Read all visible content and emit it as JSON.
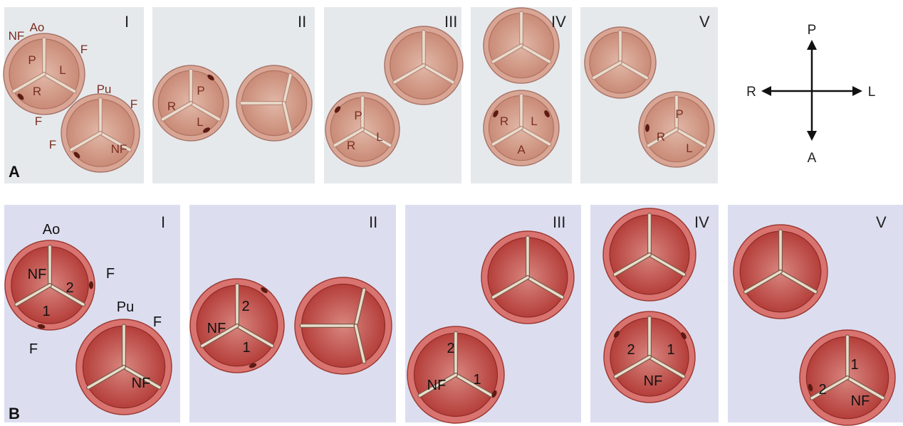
{
  "colors": {
    "panel_a_bg": "#e6e9ec",
    "panel_b_bg": "#dcdef0",
    "valve_a_ring": "#d9a594",
    "valve_a_ring_stroke": "#a8766a",
    "valve_a_leaflet": "#c98873",
    "valve_a_leaflet_light": "#ddb0a0",
    "valve_b_ring": "#d9736f",
    "valve_b_ring_stroke": "#9e3b34",
    "valve_b_leaflet": "#b53a35",
    "valve_b_leaflet_light": "#d98a85",
    "commissure": "#e9dccb",
    "coronary": "#5b1a12",
    "label_a": "#7a2e22",
    "label_b": "#111111"
  },
  "rows": {
    "A": {
      "letter": "A",
      "panels": [
        {
          "numeral": "I",
          "texts": [
            "Ao",
            "Pu",
            "NF",
            "F",
            "F",
            "F",
            "F"
          ],
          "valves": [
            {
              "labels": [
                "P",
                "L",
                "R"
              ]
            },
            {
              "labels": [
                "NF"
              ]
            }
          ]
        },
        {
          "numeral": "II",
          "valves": [
            {
              "labels": [
                "P",
                "R",
                "L"
              ]
            },
            {
              "labels": []
            }
          ]
        },
        {
          "numeral": "III",
          "valves": [
            {
              "labels": []
            },
            {
              "labels": [
                "P",
                "R",
                "L"
              ]
            }
          ]
        },
        {
          "numeral": "IV",
          "valves": [
            {
              "labels": []
            },
            {
              "labels": [
                "R",
                "L",
                "A"
              ]
            }
          ]
        },
        {
          "numeral": "V",
          "valves": [
            {
              "labels": []
            },
            {
              "labels": [
                "P",
                "R",
                "L"
              ]
            }
          ]
        }
      ]
    },
    "B": {
      "letter": "B",
      "panels": [
        {
          "numeral": "I",
          "texts": [
            "Ao",
            "Pu",
            "F",
            "F",
            "F"
          ],
          "valves": [
            {
              "labels": [
                "NF",
                "2",
                "1"
              ]
            },
            {
              "labels": [
                "NF"
              ]
            }
          ]
        },
        {
          "numeral": "II",
          "valves": [
            {
              "labels": [
                "2",
                "NF",
                "1"
              ]
            },
            {
              "labels": []
            }
          ]
        },
        {
          "numeral": "III",
          "valves": [
            {
              "labels": []
            },
            {
              "labels": [
                "2",
                "NF",
                "1"
              ]
            }
          ]
        },
        {
          "numeral": "IV",
          "valves": [
            {
              "labels": []
            },
            {
              "labels": [
                "2",
                "1",
                "NF"
              ]
            }
          ]
        },
        {
          "numeral": "V",
          "valves": [
            {
              "labels": []
            },
            {
              "labels": [
                "1",
                "2",
                "NF"
              ]
            }
          ]
        }
      ]
    }
  },
  "compass": {
    "up": "P",
    "down": "A",
    "left": "R",
    "right": "L"
  }
}
